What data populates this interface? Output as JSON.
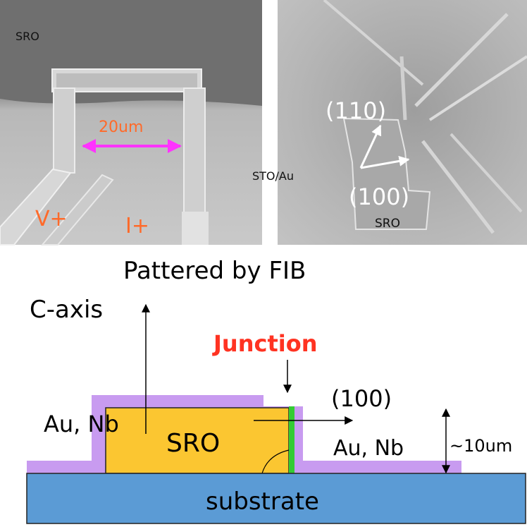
{
  "left_image": {
    "sro_label": "SRO",
    "scale_label": "20um",
    "v_plus_label": "V+",
    "i_plus_label": "I+"
  },
  "right_image": {
    "orient_110": "(110)",
    "orient_100": "(100)",
    "sto_au_label": "STO/Au",
    "sro_label": "SRO"
  },
  "caption": "Pattered by FIB",
  "diagram": {
    "c_axis": "C-axis",
    "junction": "Junction",
    "orient_100": "(100)",
    "au_nb_left": "Au, Nb",
    "au_nb_right": "Au, Nb",
    "sro": "SRO",
    "thickness": "~10um",
    "substrate": "substrate"
  },
  "colors": {
    "au_nb_layer": "#c89bf0",
    "sro_block": "#fbc631",
    "substrate": "#5b9bd5",
    "junction_line": "#33cc33",
    "junction_text": "#ff3322",
    "scale_bar": "#ff33ff",
    "probe_labels": "#ff6a2a"
  }
}
